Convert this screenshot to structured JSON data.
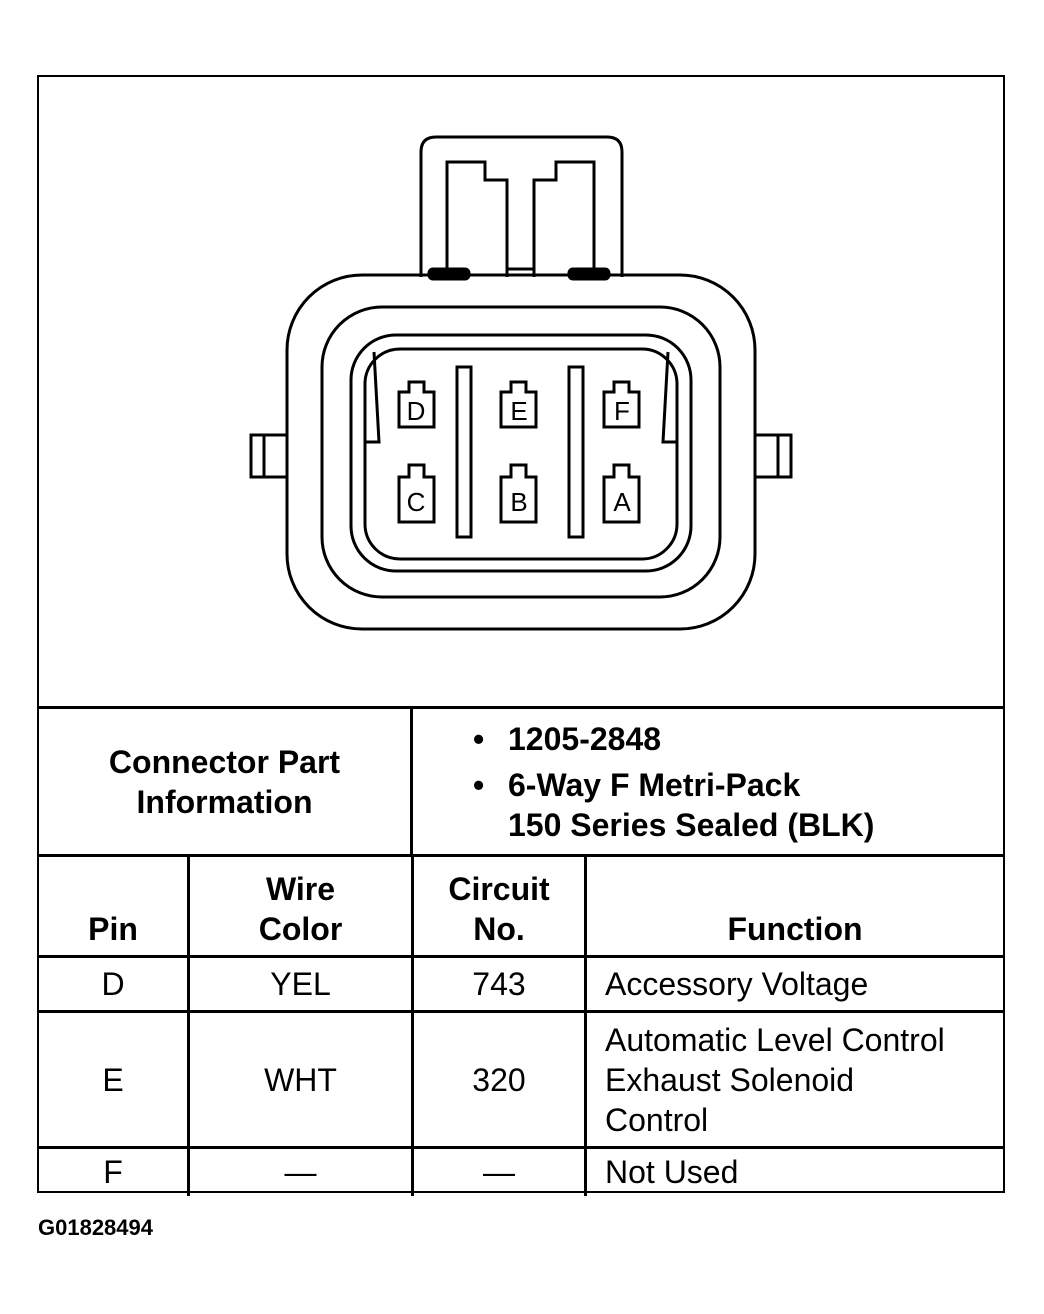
{
  "diagram": {
    "pins_top": [
      "D",
      "E",
      "F"
    ],
    "pins_bottom": [
      "C",
      "B",
      "A"
    ]
  },
  "connector_info": {
    "label_line1": "Connector Part",
    "label_line2": "Information",
    "items": [
      "1205-2848",
      "6-Way F Metri-Pack",
      "150 Series Sealed (BLK)"
    ]
  },
  "pin_table": {
    "headers": {
      "pin": "Pin",
      "wire_color_line1": "Wire",
      "wire_color_line2": "Color",
      "circuit_line1": "Circuit",
      "circuit_line2": "No.",
      "function": "Function"
    },
    "rows": [
      {
        "pin": "D",
        "color": "YEL",
        "circuit": "743",
        "function_lines": [
          "Accessory Voltage"
        ]
      },
      {
        "pin": "E",
        "color": "WHT",
        "circuit": "320",
        "function_lines": [
          "Automatic Level Control",
          "Exhaust Solenoid",
          "Control"
        ]
      },
      {
        "pin": "F",
        "color": "—",
        "circuit": "—",
        "function_lines": [
          "Not Used"
        ]
      }
    ]
  },
  "figure_id": "G01828494"
}
